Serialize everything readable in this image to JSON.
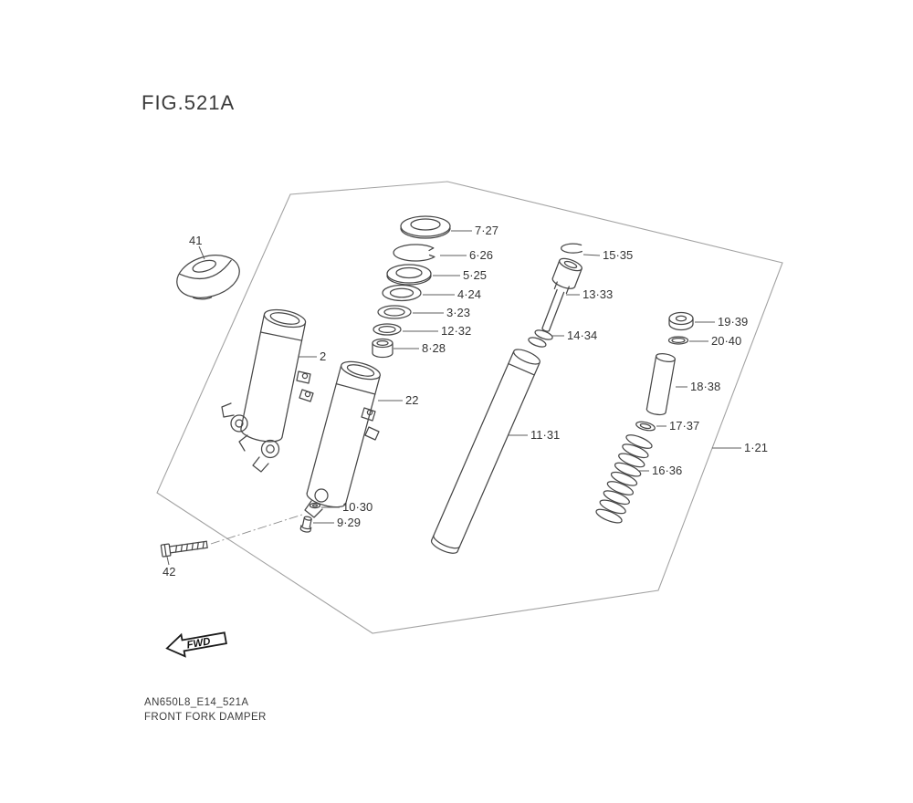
{
  "figure": {
    "title": "FIG.521A",
    "doc_code": "AN650L8_E14_521A",
    "doc_title": "FRONT FORK DAMPER",
    "fwd_label": "FWD"
  },
  "part_labels": {
    "p41": "41",
    "p2": "2",
    "p22": "22",
    "p42": "42",
    "p7_27": "7·27",
    "p6_26": "6·26",
    "p5_25": "5·25",
    "p4_24": "4·24",
    "p3_23": "3·23",
    "p12_32": "12·32",
    "p8_28": "8·28",
    "p10_30": "10·30",
    "p9_29": "9·29",
    "p11_31": "11·31",
    "p15_35": "15·35",
    "p13_33": "13·33",
    "p14_34": "14·34",
    "p16_36": "16·36",
    "p17_37": "17·37",
    "p18_38": "18·38",
    "p19_39": "19·39",
    "p20_40": "20·40",
    "p1_21": "1·21"
  },
  "colors": {
    "background": "#ffffff",
    "line_art": "#474747",
    "border_outline": "#a3a3a3",
    "label_text": "#333333"
  }
}
